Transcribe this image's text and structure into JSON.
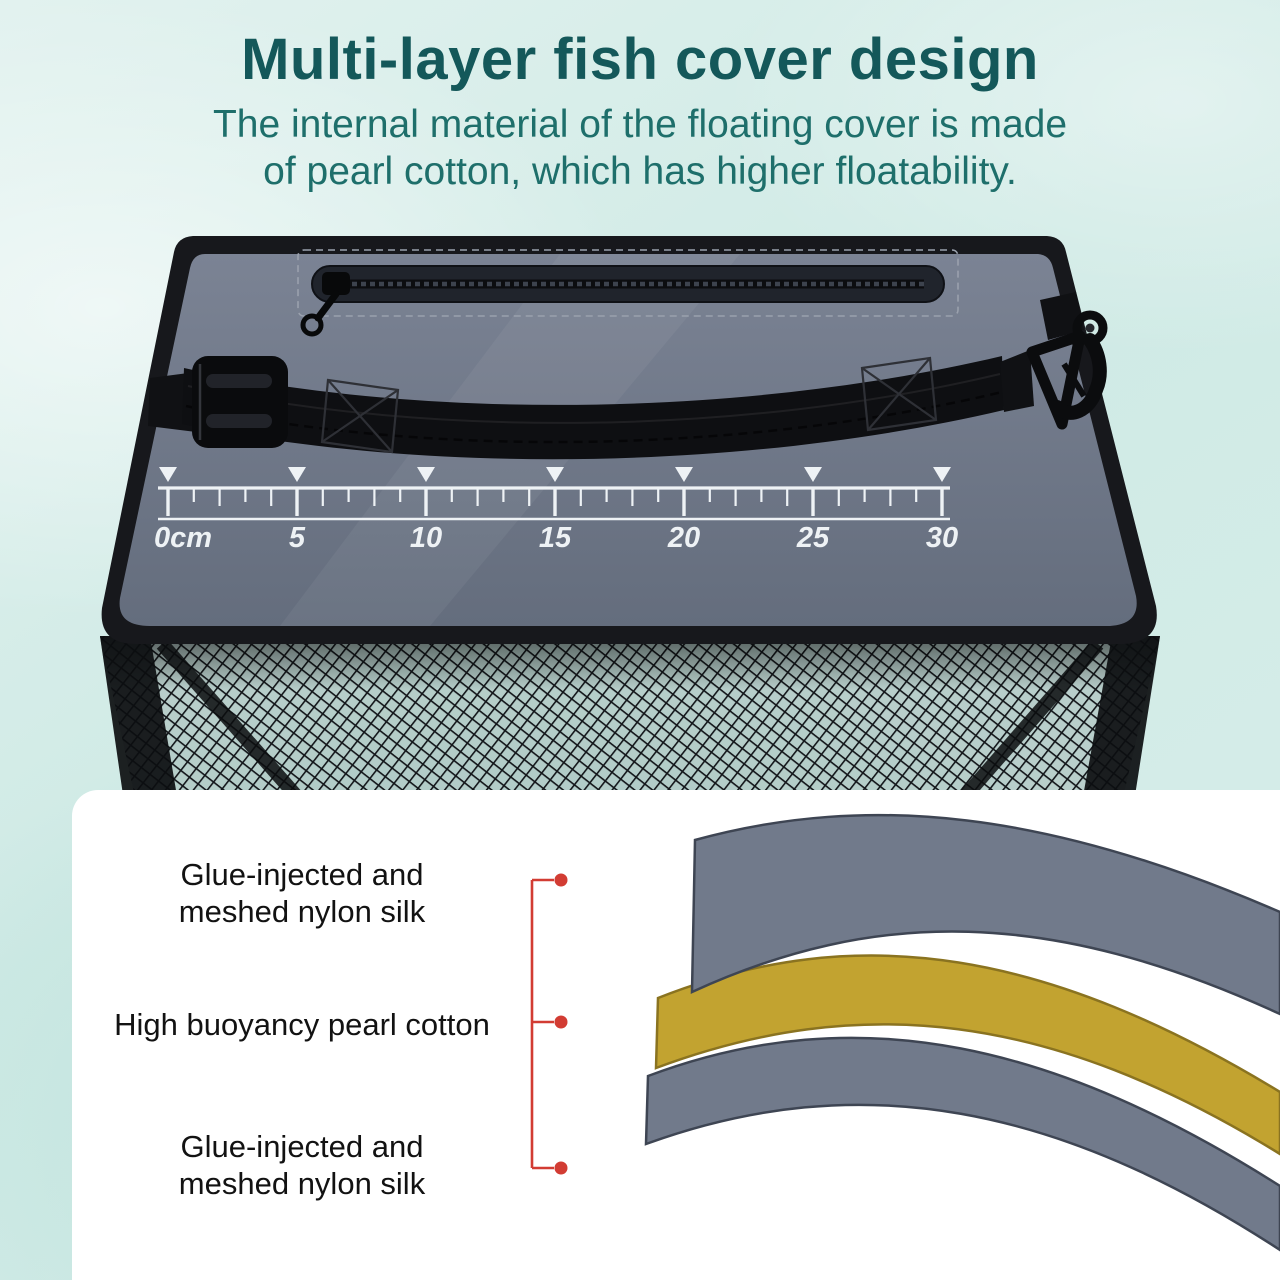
{
  "header": {
    "title": "Multi-layer fish cover design",
    "subtitle_line1": "The internal material of the floating cover is made",
    "subtitle_line2": "of pearl cotton, which has higher floatability."
  },
  "ruler": {
    "labels": [
      "0cm",
      "5",
      "10",
      "15",
      "20",
      "25",
      "30"
    ]
  },
  "material_labels": [
    {
      "line1": "Glue-injected and",
      "line2": "meshed nylon silk"
    },
    {
      "line1": "High buoyancy pearl cotton",
      "line2": ""
    },
    {
      "line1": "Glue-injected and",
      "line2": "meshed nylon silk"
    }
  ],
  "colors": {
    "title": "#14585a",
    "subtitle": "#1e6f6b",
    "background": "#d5ebe7",
    "panel_slate": "#6e7889",
    "layer_gray": "#717a8b",
    "layer_yellow": "#c2a330",
    "leader_red": "#d23c33",
    "white_panel": "#ffffff"
  }
}
